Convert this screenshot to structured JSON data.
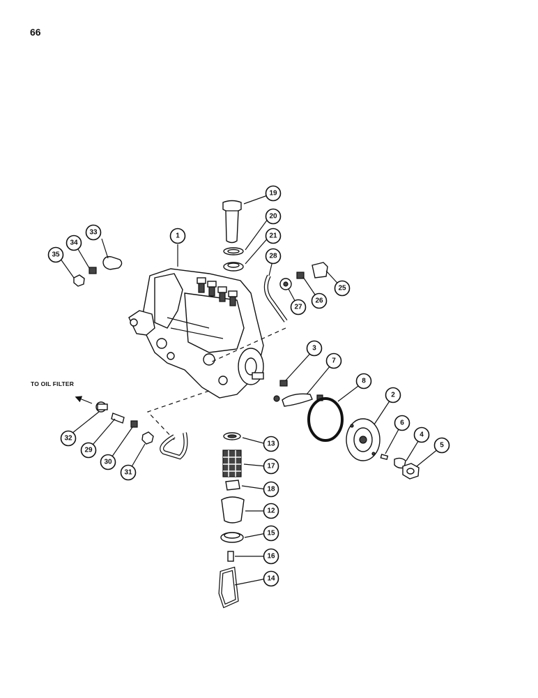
{
  "page": {
    "number": "66"
  },
  "note": {
    "oil_filter_label": "TO OIL FILTER"
  },
  "callouts": [
    "1",
    "2",
    "3",
    "4",
    "5",
    "6",
    "7",
    "8",
    "12",
    "13",
    "14",
    "15",
    "16",
    "17",
    "18",
    "19",
    "20",
    "21",
    "25",
    "26",
    "27",
    "28",
    "29",
    "30",
    "31",
    "32",
    "33",
    "34",
    "35"
  ]
}
